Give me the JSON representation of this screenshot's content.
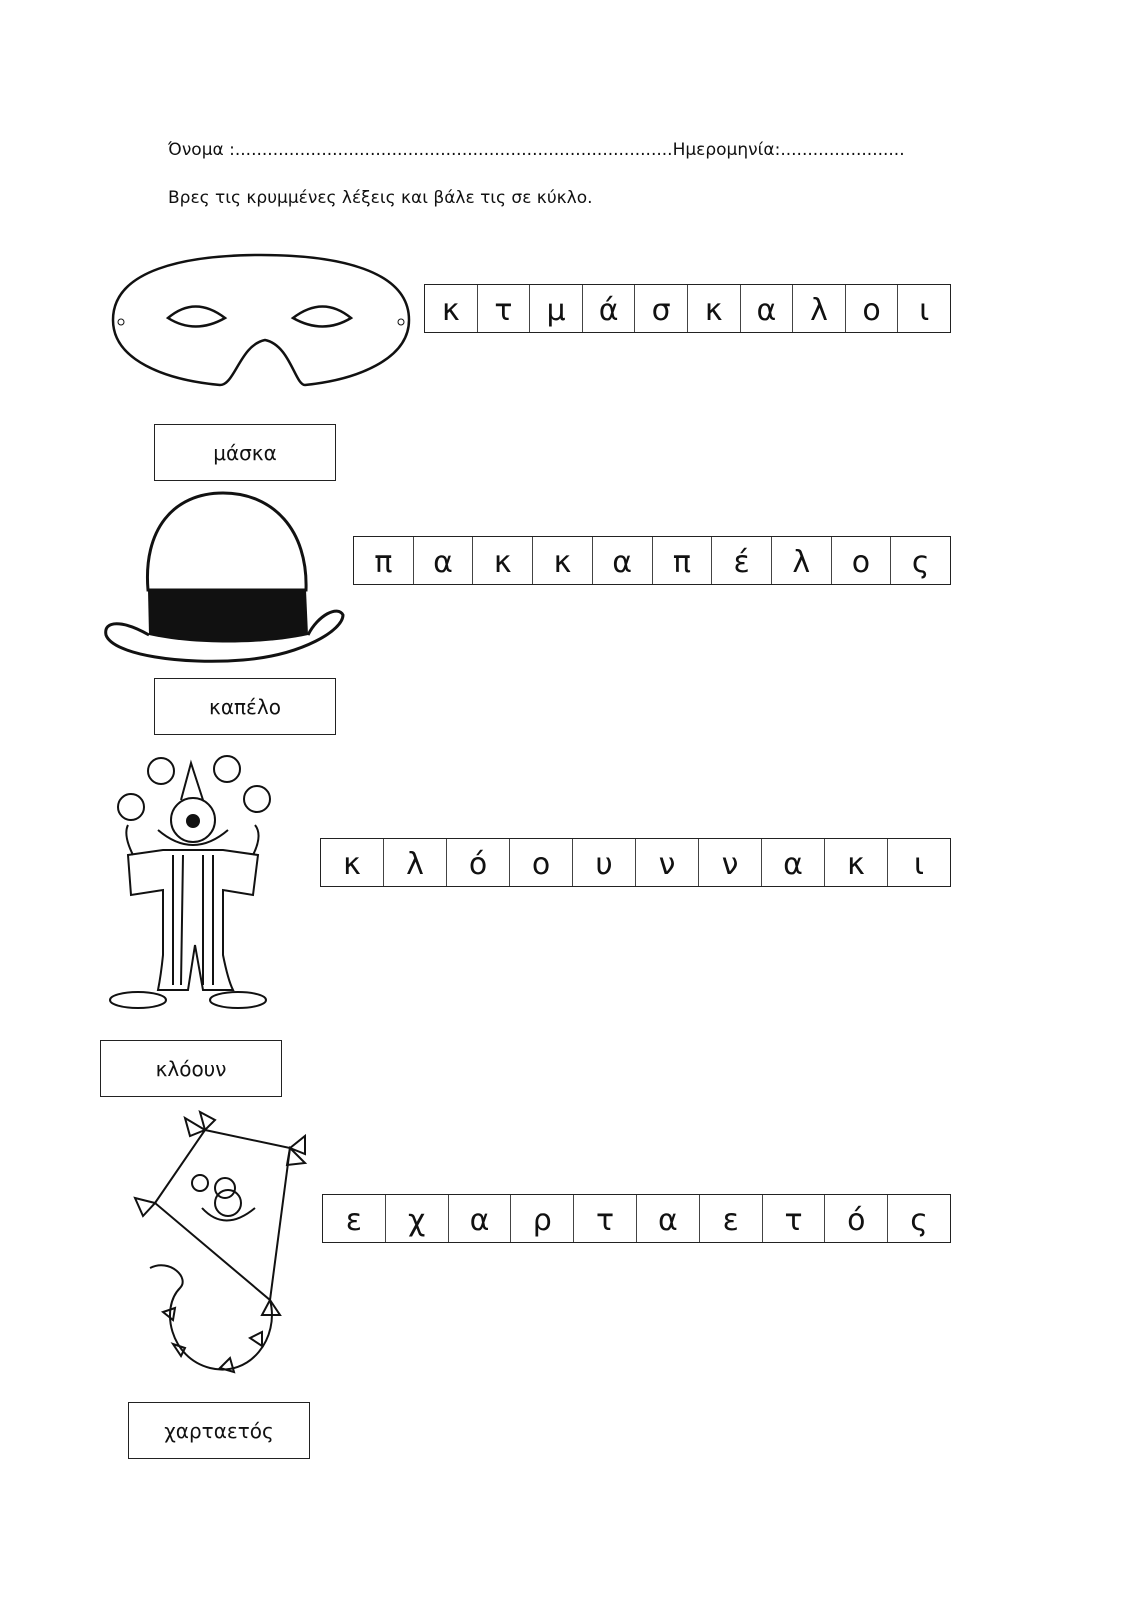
{
  "header": {
    "name_line": "Όνομα :.................................................................................Ημερομηνία:.......................",
    "instruction": "Βρες τις κρυμμένες λέξεις και βάλε τις σε κύκλο."
  },
  "puzzles": [
    {
      "word": "μάσκα",
      "picture": "mask",
      "letters": [
        "κ",
        "τ",
        "μ",
        "ά",
        "σ",
        "κ",
        "α",
        "λ",
        "ο",
        "ι"
      ]
    },
    {
      "word": "καπέλο",
      "picture": "hat",
      "letters": [
        "π",
        "α",
        "κ",
        "κ",
        "α",
        "π",
        "έ",
        "λ",
        "ο",
        "ς"
      ]
    },
    {
      "word": "κλόουν",
      "picture": "clown",
      "letters": [
        "κ",
        "λ",
        "ό",
        "ο",
        "υ",
        "ν",
        "ν",
        "α",
        "κ",
        "ι"
      ]
    },
    {
      "word": "χαρταετός",
      "picture": "kite",
      "letters": [
        "ε",
        "χ",
        "α",
        "ρ",
        "τ",
        "α",
        "ε",
        "τ",
        "ό",
        "ς"
      ]
    }
  ]
}
